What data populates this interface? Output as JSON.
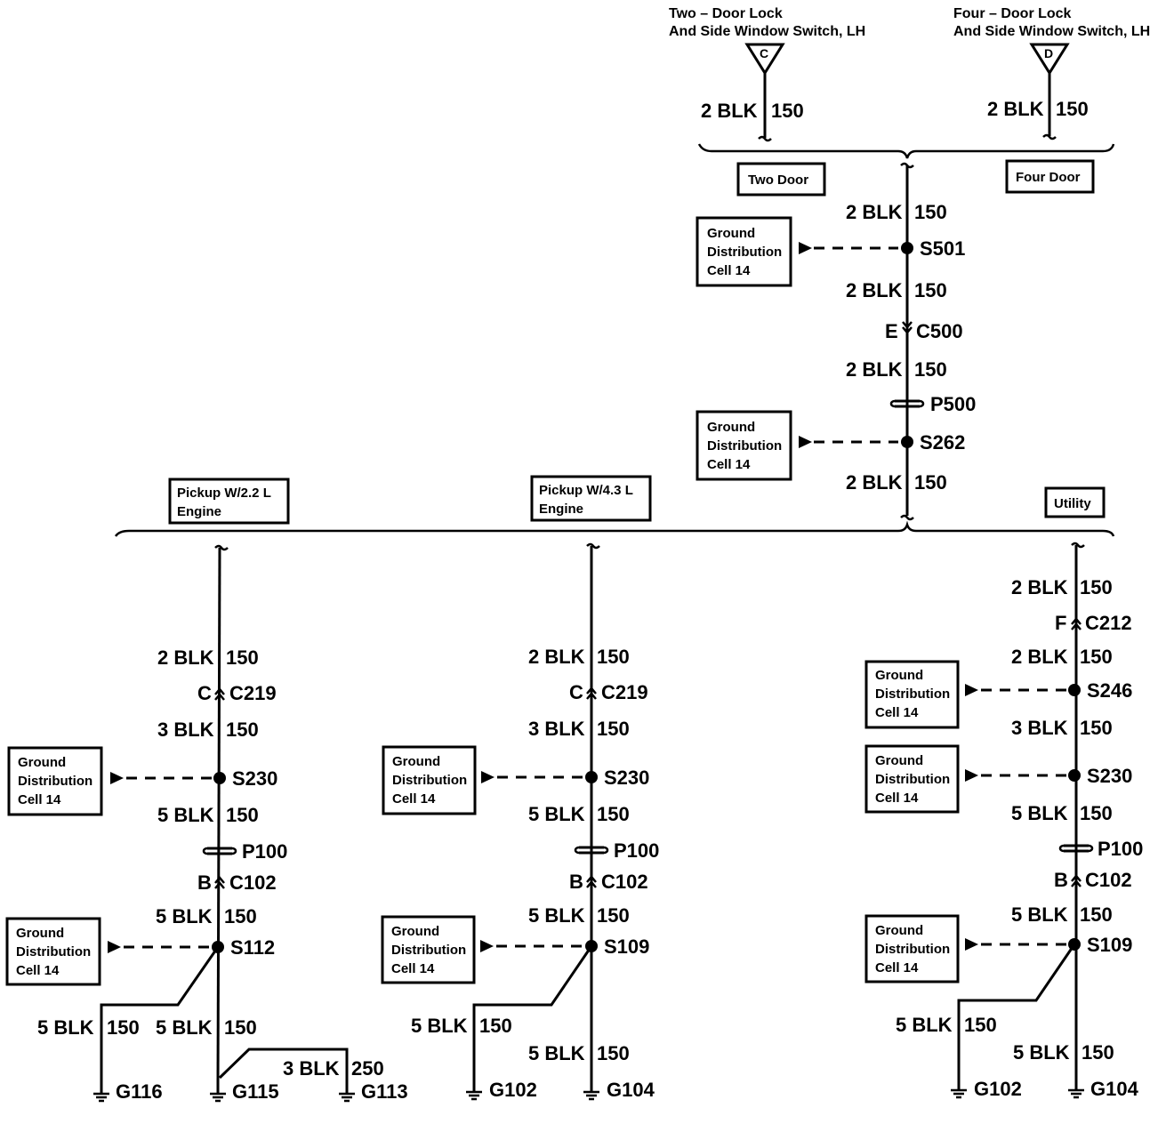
{
  "top": {
    "switch_c": {
      "title1": "Two – Door Lock",
      "title2": "And Side Window Switch, LH",
      "letter": "C",
      "wire": "2 BLK",
      "circuit": "150"
    },
    "switch_d": {
      "title1": "Four – Door Lock",
      "title2": "And Side Window Switch, LH",
      "letter": "D",
      "wire": "2 BLK",
      "circuit": "150"
    },
    "two_door": "Two Door",
    "four_door": "Four Door"
  },
  "ground_box": {
    "line1": "Ground",
    "line2": "Distribution",
    "line3": "Cell 14"
  },
  "center": {
    "w1": "2 BLK",
    "c1": "150",
    "s501": "S501",
    "w2": "2 BLK",
    "c2": "150",
    "c500_pin": "E",
    "c500": "C500",
    "w3": "2 BLK",
    "c3": "150",
    "p500": "P500",
    "s262": "S262",
    "w4": "2 BLK",
    "c4": "150"
  },
  "variants": {
    "left": [
      "Pickup W/2.2 L",
      "Engine"
    ],
    "middle": [
      "Pickup W/4.3 L",
      "Engine"
    ],
    "right": "Utility"
  },
  "left": {
    "w1": "2 BLK",
    "c1": "150",
    "c219_pin": "C",
    "c219": "C219",
    "w2": "3 BLK",
    "c2": "150",
    "s230": "S230",
    "w3": "5 BLK",
    "c3": "150",
    "p100": "P100",
    "c102_pin": "B",
    "c102": "C102",
    "w4": "5 BLK",
    "c4": "150",
    "s112": "S112",
    "branch_wire": "5 BLK",
    "branch_circuit": "150",
    "w5": "5 BLK",
    "c5": "150",
    "g113_wire": "3 BLK",
    "g113_circuit": "250",
    "g116": "G116",
    "g115": "G115",
    "g113": "G113"
  },
  "middle": {
    "w1": "2 BLK",
    "c1": "150",
    "c219_pin": "C",
    "c219": "C219",
    "w2": "3 BLK",
    "c2": "150",
    "s230": "S230",
    "w3": "5 BLK",
    "c3": "150",
    "p100": "P100",
    "c102_pin": "B",
    "c102": "C102",
    "w4": "5 BLK",
    "c4": "150",
    "s109": "S109",
    "branch_wire": "5 BLK",
    "branch_circuit": "150",
    "w5": "5 BLK",
    "c5": "150",
    "g102": "G102",
    "g104": "G104"
  },
  "right": {
    "w1": "2 BLK",
    "c1": "150",
    "c212_pin": "F",
    "c212": "C212",
    "w2": "2 BLK",
    "c2": "150",
    "s246": "S246",
    "w3": "3 BLK",
    "c3": "150",
    "s230": "S230",
    "w4": "5 BLK",
    "c4": "150",
    "p100": "P100",
    "c102_pin": "B",
    "c102": "C102",
    "w5": "5 BLK",
    "c5": "150",
    "s109": "S109",
    "branch_wire": "5 BLK",
    "branch_circuit": "150",
    "w6": "5 BLK",
    "c6": "150",
    "g102": "G102",
    "g104": "G104"
  }
}
